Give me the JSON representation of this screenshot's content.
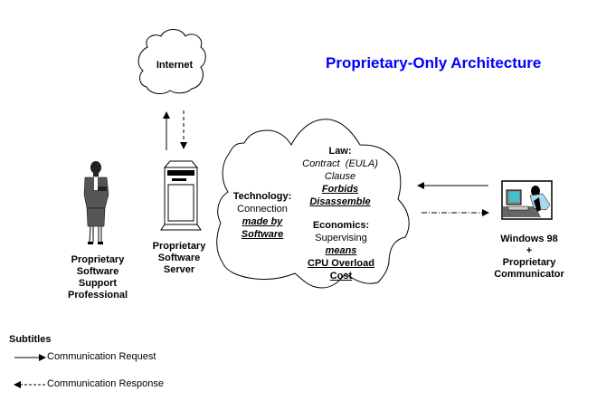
{
  "title": "Proprietary-Only Architecture",
  "internet": {
    "label": "Internet"
  },
  "support": {
    "lines": [
      "Proprietary",
      "Software",
      "Support",
      "Professional"
    ]
  },
  "server": {
    "lines": [
      "Proprietary",
      "Software",
      "Server"
    ]
  },
  "client": {
    "lines": [
      "Windows 98",
      "+",
      "Proprietary",
      "Communicator"
    ]
  },
  "cloud": {
    "technology": {
      "heading": "Technology:",
      "line1": "Connection",
      "line2": "made by",
      "line3": "Software"
    },
    "law": {
      "heading": "Law:",
      "line1": "Contract  (EULA)",
      "line2": "Clause",
      "line3": "Forbids",
      "line4": "Disassemble"
    },
    "economics": {
      "heading": "Economics:",
      "line1": "Supervising",
      "line2": "means",
      "line3": "CPU Overload",
      "line4": "Cost"
    }
  },
  "legend": {
    "title": "Subtitles",
    "request": "Communication Request",
    "response": "Communication Response"
  },
  "colors": {
    "title": "#0000ff",
    "figure": "#555555",
    "screen": "#40c0c8",
    "shirt": "#a8d8f0"
  }
}
